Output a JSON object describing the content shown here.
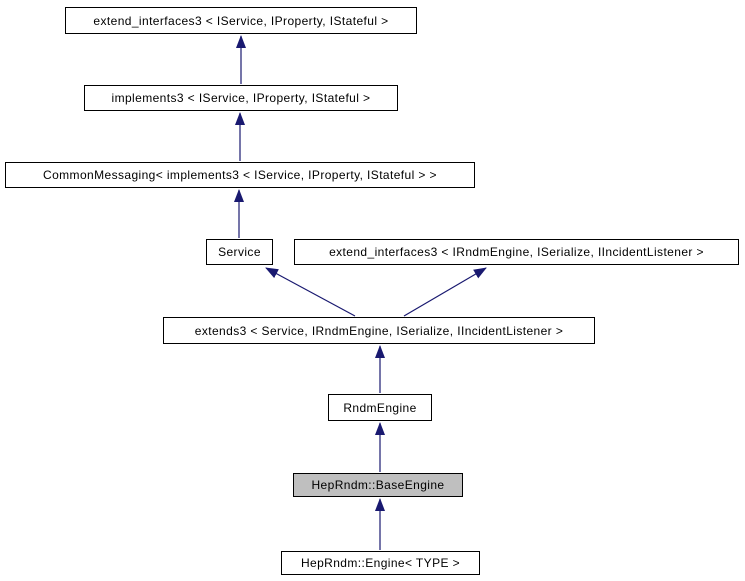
{
  "diagram": {
    "kind": "class-inheritance-graph",
    "colors": {
      "arrow": "#191970",
      "node_border": "#000000",
      "node_fill": "#ffffff",
      "highlight_fill": "#bfbfbf",
      "background": "#ffffff",
      "text": "#000000"
    },
    "nodes": [
      {
        "id": "extend_interfaces3_iservice",
        "label": "extend_interfaces3 < IService, IProperty, IStateful >",
        "highlighted": false
      },
      {
        "id": "implements3",
        "label": "implements3 < IService, IProperty, IStateful >",
        "highlighted": false
      },
      {
        "id": "common_messaging",
        "label": "CommonMessaging< implements3 < IService, IProperty, IStateful > >",
        "highlighted": false
      },
      {
        "id": "service",
        "label": "Service",
        "highlighted": false
      },
      {
        "id": "extend_interfaces3_irndmengine",
        "label": "extend_interfaces3 < IRndmEngine, ISerialize, IIncidentListener >",
        "highlighted": false
      },
      {
        "id": "extends3",
        "label": "extends3 < Service, IRndmEngine, ISerialize, IIncidentListener >",
        "highlighted": false
      },
      {
        "id": "rndm_engine",
        "label": "RndmEngine",
        "highlighted": false
      },
      {
        "id": "heprndm_base_engine",
        "label": "HepRndm::BaseEngine",
        "highlighted": true
      },
      {
        "id": "heprndm_engine_type",
        "label": "HepRndm::Engine< TYPE >",
        "highlighted": false
      }
    ],
    "edges": [
      {
        "from": "implements3",
        "to": "extend_interfaces3_iservice",
        "relation": "inherits"
      },
      {
        "from": "common_messaging",
        "to": "implements3",
        "relation": "inherits"
      },
      {
        "from": "service",
        "to": "common_messaging",
        "relation": "inherits"
      },
      {
        "from": "extends3",
        "to": "service",
        "relation": "inherits"
      },
      {
        "from": "extends3",
        "to": "extend_interfaces3_irndmengine",
        "relation": "inherits"
      },
      {
        "from": "rndm_engine",
        "to": "extends3",
        "relation": "inherits"
      },
      {
        "from": "heprndm_base_engine",
        "to": "rndm_engine",
        "relation": "inherits"
      },
      {
        "from": "heprndm_engine_type",
        "to": "heprndm_base_engine",
        "relation": "inherits"
      }
    ]
  }
}
